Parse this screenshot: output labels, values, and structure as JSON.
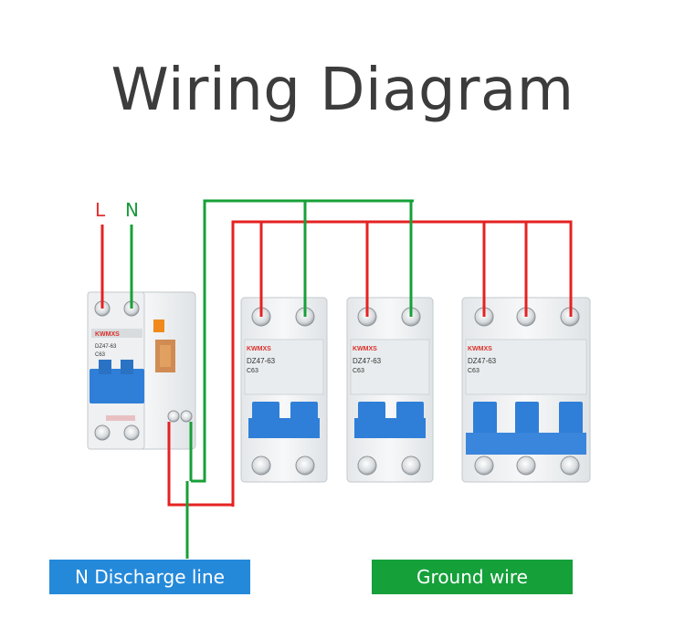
{
  "title": "Wiring Diagram",
  "wire_labels": {
    "line": "L",
    "neutral": "N"
  },
  "tags": {
    "discharge": "N Discharge line",
    "ground": "Ground wire"
  },
  "breaker": {
    "brand": "KWMXS",
    "model": "DZ47-63",
    "rating": "C63"
  },
  "colors": {
    "line_wire": "#e52222",
    "neutral_wire": "#17a038",
    "handle": "#2f7fd8",
    "discharge_tag": "#2589d9",
    "ground_tag": "#15a03a"
  }
}
